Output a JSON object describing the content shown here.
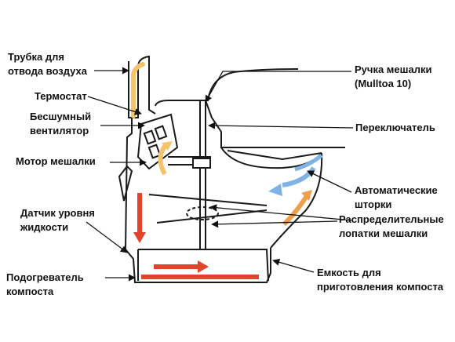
{
  "labels": {
    "air_tube": [
      "Трубка для",
      "отвода воздуха"
    ],
    "thermostat": "Термостат",
    "fan": [
      "Бесшумный",
      "вентилятор"
    ],
    "mixer_motor": "Мотор мешалки",
    "level_sensor": [
      "Датчик уровня",
      "жидкости"
    ],
    "heater": [
      "Подогреватель",
      "компоста"
    ],
    "mixer_handle": [
      "Ручка мешалки",
      "(Mulltoa 10)"
    ],
    "switch": "Переключатель",
    "auto_shutters": [
      "Автоматические",
      "шторки"
    ],
    "mixer_blades": [
      "Распределительные",
      "лопатки мешалки"
    ],
    "compost_container": [
      "Емкость для",
      "приготовления компоста"
    ]
  },
  "colors": {
    "outline": "#1a1a1a",
    "hot_air": "#f4c36b",
    "red_flow": "#e0442c",
    "blue_flow": "#7fb3e6",
    "orange_flow": "#f0a04a"
  }
}
